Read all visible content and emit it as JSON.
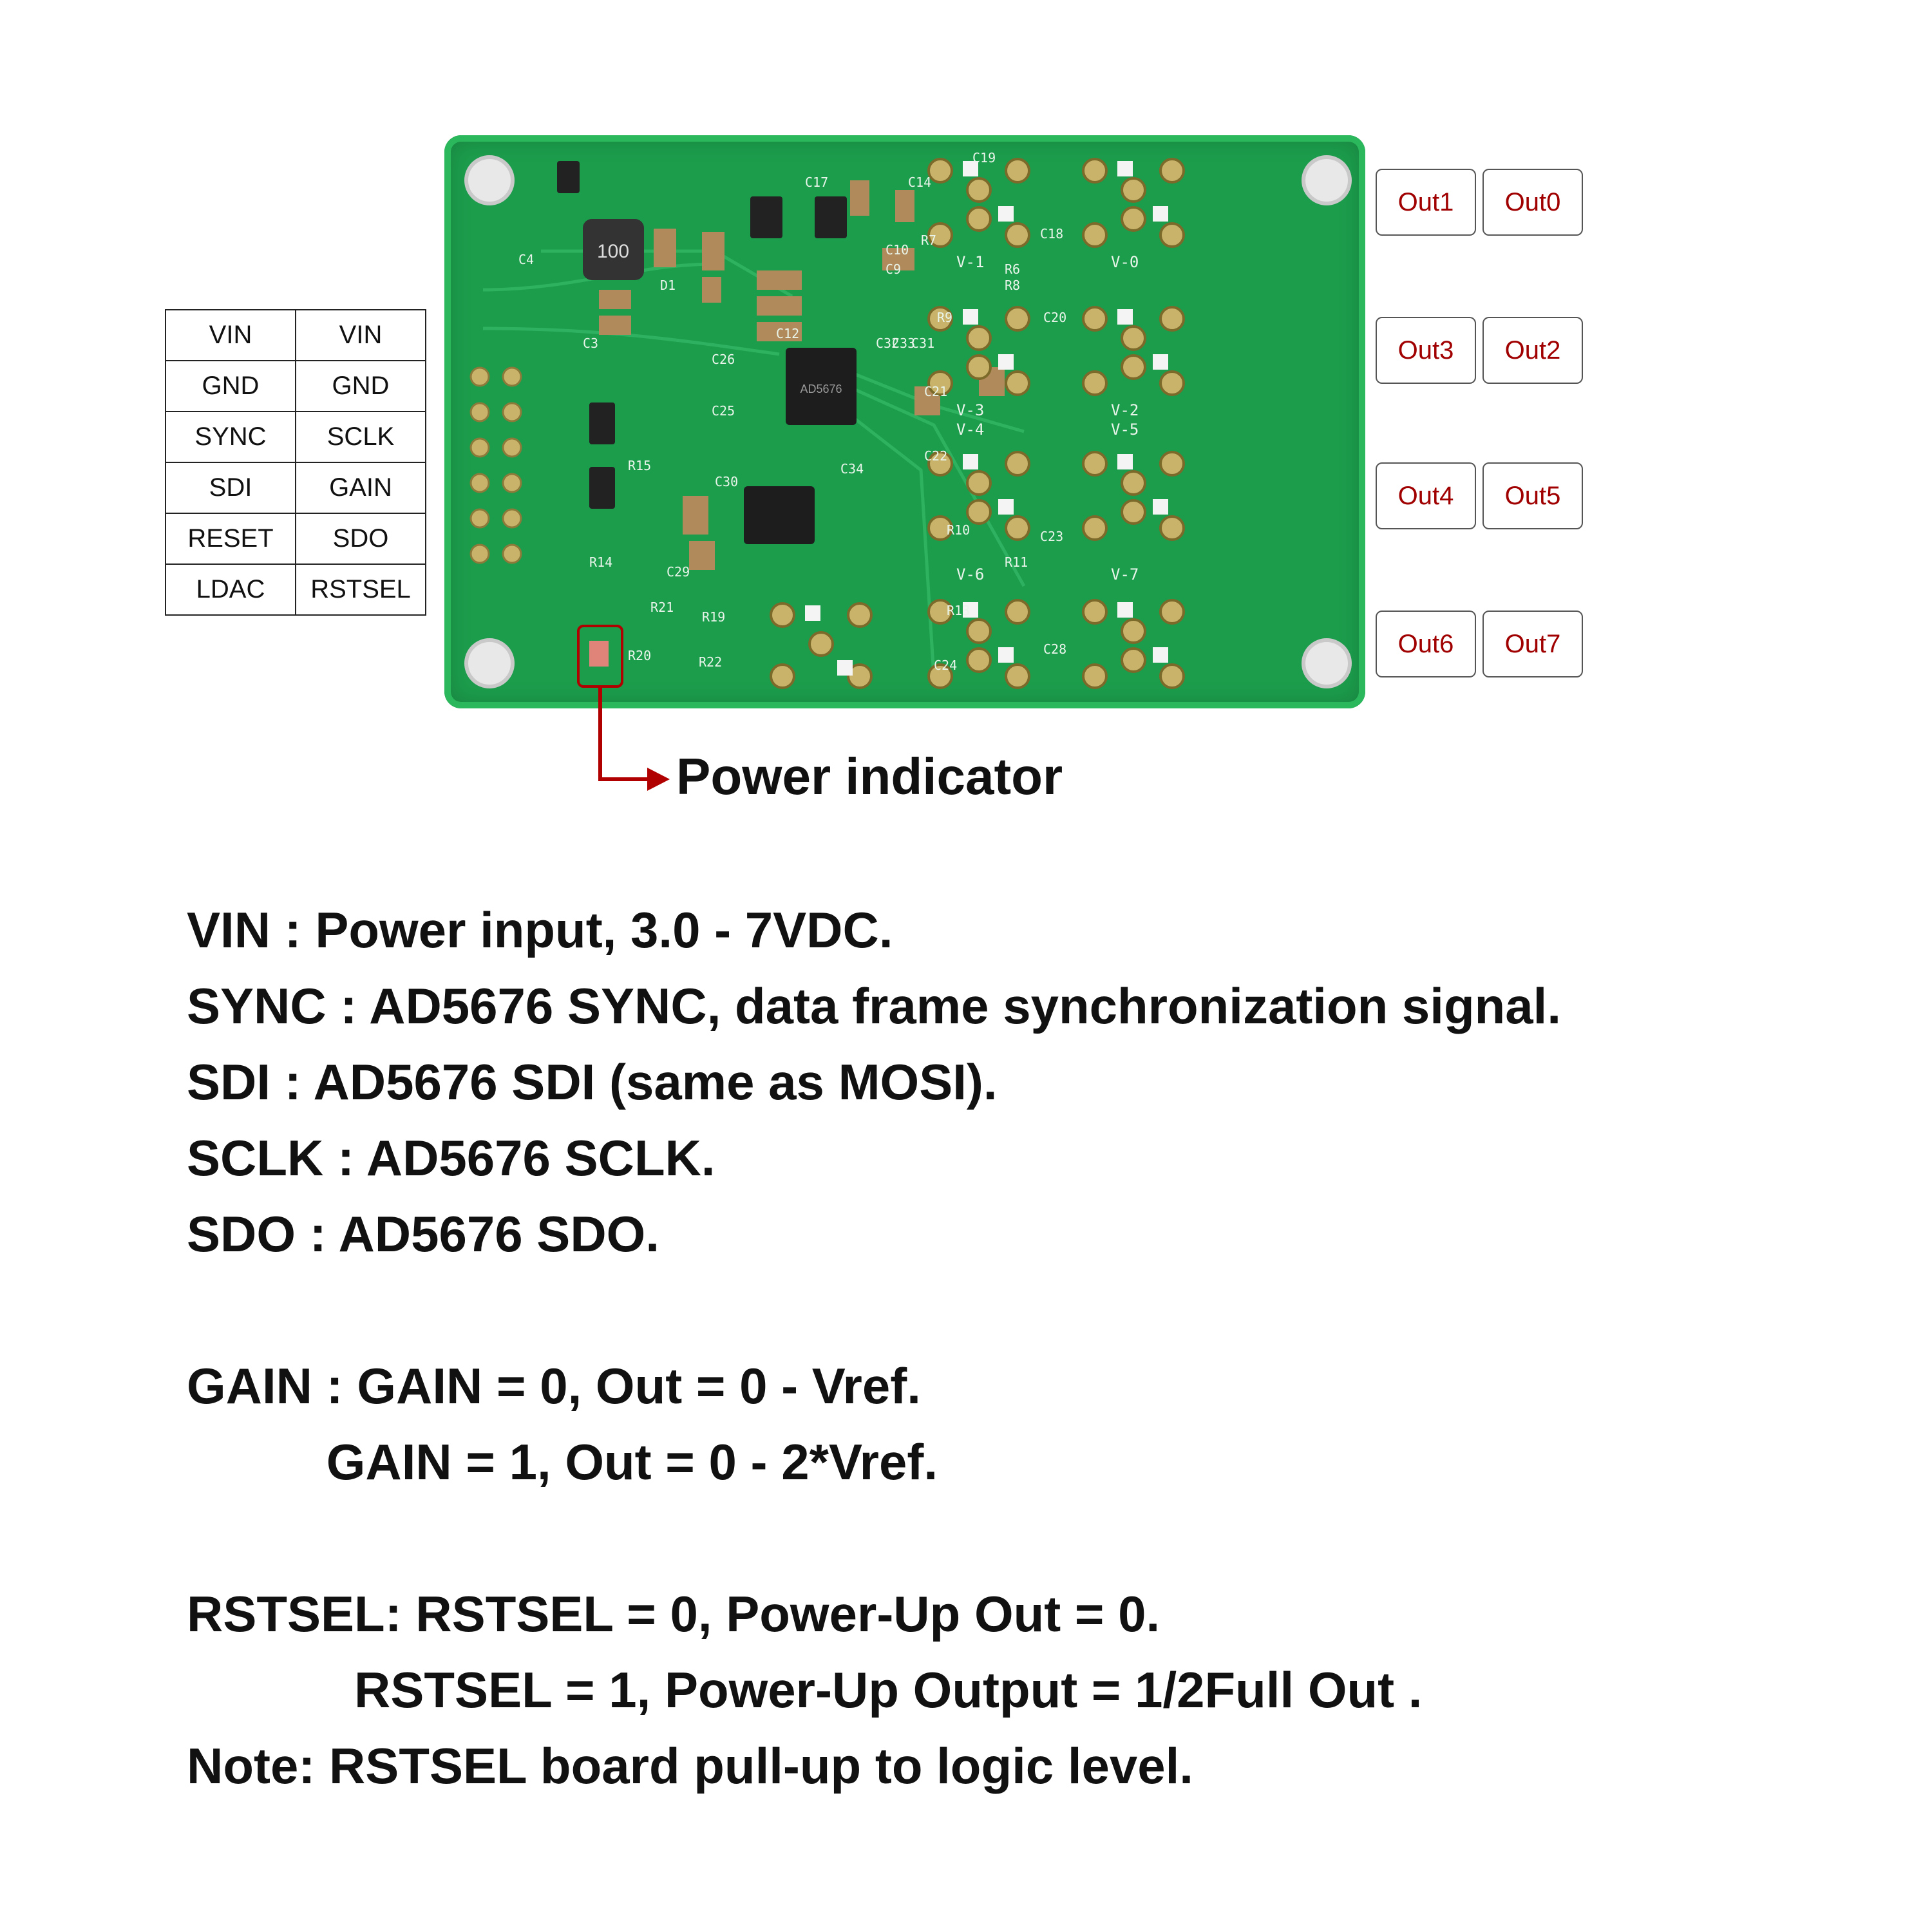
{
  "pin_table": [
    [
      "VIN",
      "VIN"
    ],
    [
      "GND",
      "GND"
    ],
    [
      "SYNC",
      "SCLK"
    ],
    [
      "SDI",
      "GAIN"
    ],
    [
      "RESET",
      "SDO"
    ],
    [
      "LDAC",
      "RSTSEL"
    ]
  ],
  "outputs": {
    "out0": "Out0",
    "out1": "Out1",
    "out2": "Out2",
    "out3": "Out3",
    "out4": "Out4",
    "out5": "Out5",
    "out6": "Out6",
    "out7": "Out7"
  },
  "pcb_silkscreen": {
    "channels": [
      "V-0",
      "V-1",
      "V-2",
      "V-3",
      "V-4",
      "V-5",
      "V-6",
      "V-7"
    ],
    "parts": [
      "C19",
      "C18",
      "C20",
      "C21",
      "C22",
      "C23",
      "C24",
      "C28",
      "C17",
      "C14",
      "C10",
      "C9",
      "C12",
      "C26",
      "C25",
      "C32",
      "C33",
      "C31",
      "C30",
      "C29",
      "C34",
      "C3",
      "C4",
      "D1",
      "R6",
      "R8",
      "R7",
      "R9",
      "R10",
      "R11",
      "R13",
      "R14",
      "R15",
      "R19",
      "R20",
      "R21",
      "R22"
    ],
    "inductor": "100",
    "chip": "AD5676"
  },
  "power_indicator": "Power indicator",
  "description": {
    "l1": "VIN : Power input, 3.0 - 7VDC.",
    "l2": "SYNC : AD5676 SYNC, data frame synchronization signal.",
    "l3": "SDI : AD5676 SDI (same as MOSI).",
    "l4": "SCLK : AD5676 SCLK.",
    "l5": "SDO : AD5676 SDO.",
    "l6": "GAIN : GAIN = 0, Out = 0 - Vref.",
    "l7": "          GAIN = 1, Out = 0 - 2*Vref.",
    "l8": "RSTSEL: RSTSEL = 0, Power-Up Out = 0.",
    "l9": "            RSTSEL = 1, Power-Up Output = 1/2Full Out .",
    "l10": "Note: RSTSEL board pull-up to logic level."
  },
  "colors": {
    "pcb": "#1c9d4c",
    "label_red": "#a00000",
    "arrow_red": "#b00000"
  }
}
